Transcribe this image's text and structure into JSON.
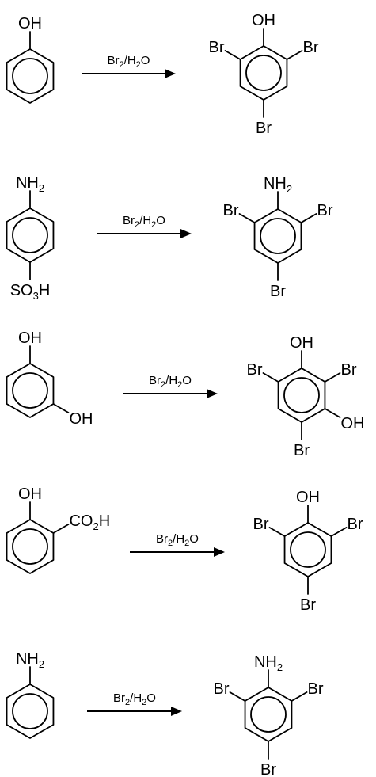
{
  "colors": {
    "ink": "#000000",
    "background": "#ffffff"
  },
  "reactions": [
    {
      "reactant": [
        {
          "position": "top",
          "segments": [
            {
              "text": "OH"
            }
          ]
        }
      ],
      "conditions": [
        {
          "text": "Br"
        },
        {
          "text": "2",
          "sub": true
        },
        {
          "text": "/H"
        },
        {
          "text": "2",
          "sub": true
        },
        {
          "text": "O"
        }
      ],
      "product": [
        {
          "position": "top",
          "segments": [
            {
              "text": "OH"
            }
          ]
        },
        {
          "position": "upper-left",
          "segments": [
            {
              "text": "Br"
            }
          ]
        },
        {
          "position": "upper-right",
          "segments": [
            {
              "text": "Br"
            }
          ]
        },
        {
          "position": "bottom",
          "segments": [
            {
              "text": "Br"
            }
          ]
        }
      ]
    },
    {
      "reactant": [
        {
          "position": "top",
          "segments": [
            {
              "text": "NH"
            },
            {
              "text": "2",
              "sub": true
            }
          ]
        },
        {
          "position": "bottom",
          "segments": [
            {
              "text": "SO"
            },
            {
              "text": "3",
              "sub": true
            },
            {
              "text": "H"
            }
          ]
        }
      ],
      "conditions": [
        {
          "text": "Br"
        },
        {
          "text": "2",
          "sub": true
        },
        {
          "text": "/H"
        },
        {
          "text": "2",
          "sub": true
        },
        {
          "text": "O"
        }
      ],
      "product": [
        {
          "position": "top",
          "segments": [
            {
              "text": "NH"
            },
            {
              "text": "2",
              "sub": true
            }
          ]
        },
        {
          "position": "upper-left",
          "segments": [
            {
              "text": "Br"
            }
          ]
        },
        {
          "position": "upper-right",
          "segments": [
            {
              "text": "Br"
            }
          ]
        },
        {
          "position": "bottom",
          "segments": [
            {
              "text": "Br"
            }
          ]
        }
      ]
    },
    {
      "reactant": [
        {
          "position": "top",
          "segments": [
            {
              "text": "OH"
            }
          ]
        },
        {
          "position": "lower-right",
          "segments": [
            {
              "text": "OH"
            }
          ]
        }
      ],
      "conditions": [
        {
          "text": "Br"
        },
        {
          "text": "2",
          "sub": true
        },
        {
          "text": "/H"
        },
        {
          "text": "2",
          "sub": true
        },
        {
          "text": "O"
        }
      ],
      "product": [
        {
          "position": "top",
          "segments": [
            {
              "text": "OH"
            }
          ]
        },
        {
          "position": "upper-left",
          "segments": [
            {
              "text": "Br"
            }
          ]
        },
        {
          "position": "upper-right",
          "segments": [
            {
              "text": "Br"
            }
          ]
        },
        {
          "position": "lower-right",
          "segments": [
            {
              "text": "OH"
            }
          ]
        },
        {
          "position": "bottom",
          "segments": [
            {
              "text": "Br"
            }
          ]
        }
      ]
    },
    {
      "reactant": [
        {
          "position": "top",
          "segments": [
            {
              "text": "OH"
            }
          ]
        },
        {
          "position": "upper-right",
          "segments": [
            {
              "text": "CO"
            },
            {
              "text": "2",
              "sub": true
            },
            {
              "text": "H"
            }
          ]
        }
      ],
      "conditions": [
        {
          "text": "Br"
        },
        {
          "text": "2",
          "sub": true
        },
        {
          "text": "/H"
        },
        {
          "text": "2",
          "sub": true
        },
        {
          "text": "O"
        }
      ],
      "product": [
        {
          "position": "top",
          "segments": [
            {
              "text": "OH"
            }
          ]
        },
        {
          "position": "upper-left",
          "segments": [
            {
              "text": "Br"
            }
          ]
        },
        {
          "position": "upper-right",
          "segments": [
            {
              "text": "Br"
            }
          ]
        },
        {
          "position": "bottom",
          "segments": [
            {
              "text": "Br"
            }
          ]
        }
      ]
    },
    {
      "reactant": [
        {
          "position": "top",
          "segments": [
            {
              "text": "NH"
            },
            {
              "text": "2",
              "sub": true
            }
          ]
        }
      ],
      "conditions": [
        {
          "text": "Br"
        },
        {
          "text": "2",
          "sub": true
        },
        {
          "text": "/H"
        },
        {
          "text": "2",
          "sub": true
        },
        {
          "text": "O"
        }
      ],
      "product": [
        {
          "position": "top",
          "segments": [
            {
              "text": "NH"
            },
            {
              "text": "2",
              "sub": true
            }
          ]
        },
        {
          "position": "upper-left",
          "segments": [
            {
              "text": "Br"
            }
          ]
        },
        {
          "position": "upper-right",
          "segments": [
            {
              "text": "Br"
            }
          ]
        },
        {
          "position": "bottom",
          "segments": [
            {
              "text": "Br"
            }
          ]
        }
      ]
    }
  ]
}
